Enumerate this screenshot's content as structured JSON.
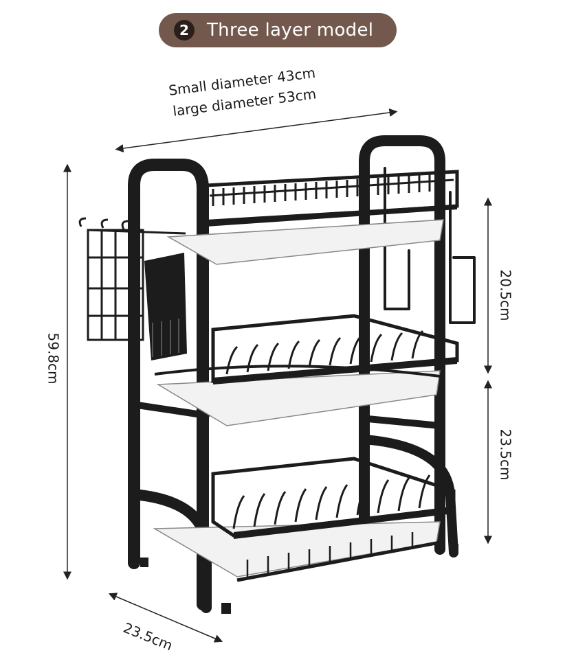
{
  "badge": {
    "number": "2",
    "title": "Three layer model"
  },
  "dimensions": {
    "diameter_small": "Small diameter 43cm",
    "diameter_large": "large diameter 53cm",
    "height_total": "59.8cm",
    "tier_top_gap": "20.5cm",
    "tier_bottom_gap": "23.5cm",
    "depth": "23.5cm"
  },
  "colors": {
    "badge_bg": "#73594d",
    "frame": "#1c1c1c",
    "tray": "#f2f2f2"
  }
}
